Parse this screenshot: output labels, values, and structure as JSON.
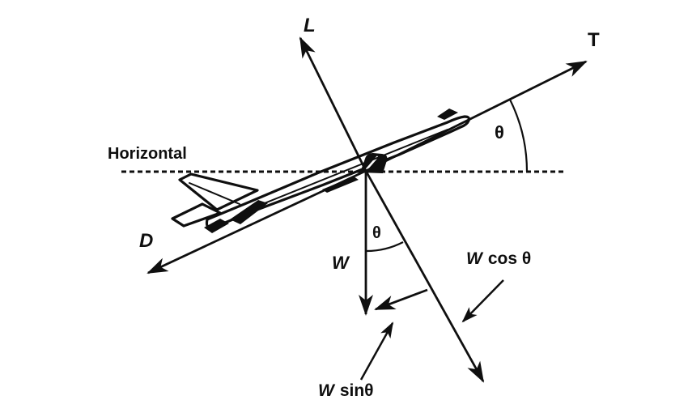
{
  "diagram": {
    "background_color": "#ffffff",
    "ink_color": "#0f0f0f",
    "labels": {
      "horizontal": "Horizontal",
      "lift": "L",
      "thrust": "T",
      "drag": "D",
      "weight": "W",
      "theta": "θ",
      "cos_term": "cos θ",
      "sin_term": "sinθ"
    },
    "vectors": [
      {
        "id": "lift",
        "label": "L"
      },
      {
        "id": "thrust",
        "label": "T"
      },
      {
        "id": "drag",
        "label": "D"
      },
      {
        "id": "weight",
        "label": "W"
      },
      {
        "id": "weight-component-along-path",
        "label": "W sinθ"
      },
      {
        "id": "weight-component-perpendicular",
        "label": "W cos θ"
      }
    ],
    "angles": [
      {
        "id": "climb-angle",
        "label": "θ"
      },
      {
        "id": "weight-split-angle",
        "label": "θ"
      }
    ]
  }
}
